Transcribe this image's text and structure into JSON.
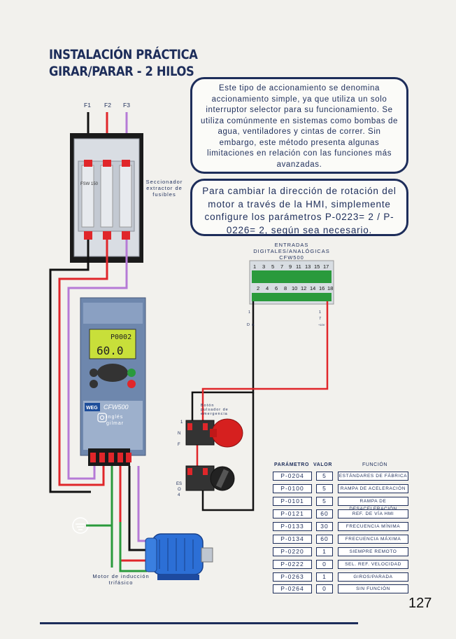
{
  "title": {
    "line1": "INSTALACIÓN PRÁCTICA",
    "line2": "GIRAR/PARAR - 2 HILOS"
  },
  "info_box_1": "Este tipo de accionamiento se denomina accionamiento simple, ya que utiliza un solo interruptor selector para su funcionamiento. Se utiliza comúnmente en sistemas como bombas de agua, ventiladores y cintas de correr. Sin embargo, este método presenta algunas limitaciones en relación con las funciones más avanzadas.",
  "info_box_2": "Para cambiar la dirección de rotación del motor a través de la HMI, simplemente configure los parámetros P-0223= 2 / P-0226= 2, según sea necesario.",
  "phases": [
    "F1",
    "F2",
    "F3"
  ],
  "labels": {
    "seccionador": "Seccionador extractor de fusibles",
    "entradas": "ENTRADAS DIGITALES/ANALÓGICAS CFW500",
    "boton": "Botón pulsador de emergencia",
    "motor": "Motor de inducción trifásico",
    "instagram": "inglés gilmar"
  },
  "vfd": {
    "display_top": "P0002",
    "display_main": "60.0",
    "brand": "CFW500",
    "logo": "WEG",
    "breaker": "FSW 150"
  },
  "terminals": {
    "top": [
      "1",
      "3",
      "5",
      "7",
      "9",
      "11",
      "13",
      "15",
      "17"
    ],
    "bottom": [
      "2",
      "4",
      "6",
      "8",
      "10",
      "12",
      "14",
      "16",
      "18"
    ]
  },
  "side_marks": {
    "b1": [
      "1",
      "N",
      "F"
    ],
    "b2": [
      "ES",
      "O",
      "4"
    ],
    "t1": [
      "1",
      "D",
      "I1"
    ],
    "t2": [
      "1",
      "7",
      "+10V"
    ]
  },
  "table": {
    "headers": {
      "param": "PARÁMETRO",
      "valor": "VALOR",
      "funcion": "FUNCIÓN"
    },
    "rows": [
      {
        "param": "P-0204",
        "valor": "5",
        "funcion": "ESTÁNDARES DE FÁBRICA"
      },
      {
        "param": "P-0100",
        "valor": "5",
        "funcion": "RAMPA DE ACELERACIÓN"
      },
      {
        "param": "P-0101",
        "valor": "5",
        "funcion": "RAMPA DE DESACELERACIÓN"
      },
      {
        "param": "P-0121",
        "valor": "60",
        "funcion": "REF. DE VÍA HMI"
      },
      {
        "param": "P-0133",
        "valor": "30",
        "funcion": "FRECUENCIA MÍNIMA"
      },
      {
        "param": "P-0134",
        "valor": "60",
        "funcion": "FRECUENCIA MÁXIMA"
      },
      {
        "param": "P-0220",
        "valor": "1",
        "funcion": "SIEMPRE REMOTO"
      },
      {
        "param": "P-0222",
        "valor": "0",
        "funcion": "SEL. REF. VELOCIDAD"
      },
      {
        "param": "P-0263",
        "valor": "1",
        "funcion": "GIROS/PARADA"
      },
      {
        "param": "P-0264",
        "valor": "0",
        "funcion": "SIN FUNCIÓN"
      }
    ]
  },
  "page_number": "127",
  "colors": {
    "navy": "#1d2d5a",
    "black_wire": "#111111",
    "red_wire": "#e0262a",
    "purple_wire": "#b67ad6",
    "green_wire": "#2a9a3c",
    "vfd_blue": "#7a93b8"
  }
}
